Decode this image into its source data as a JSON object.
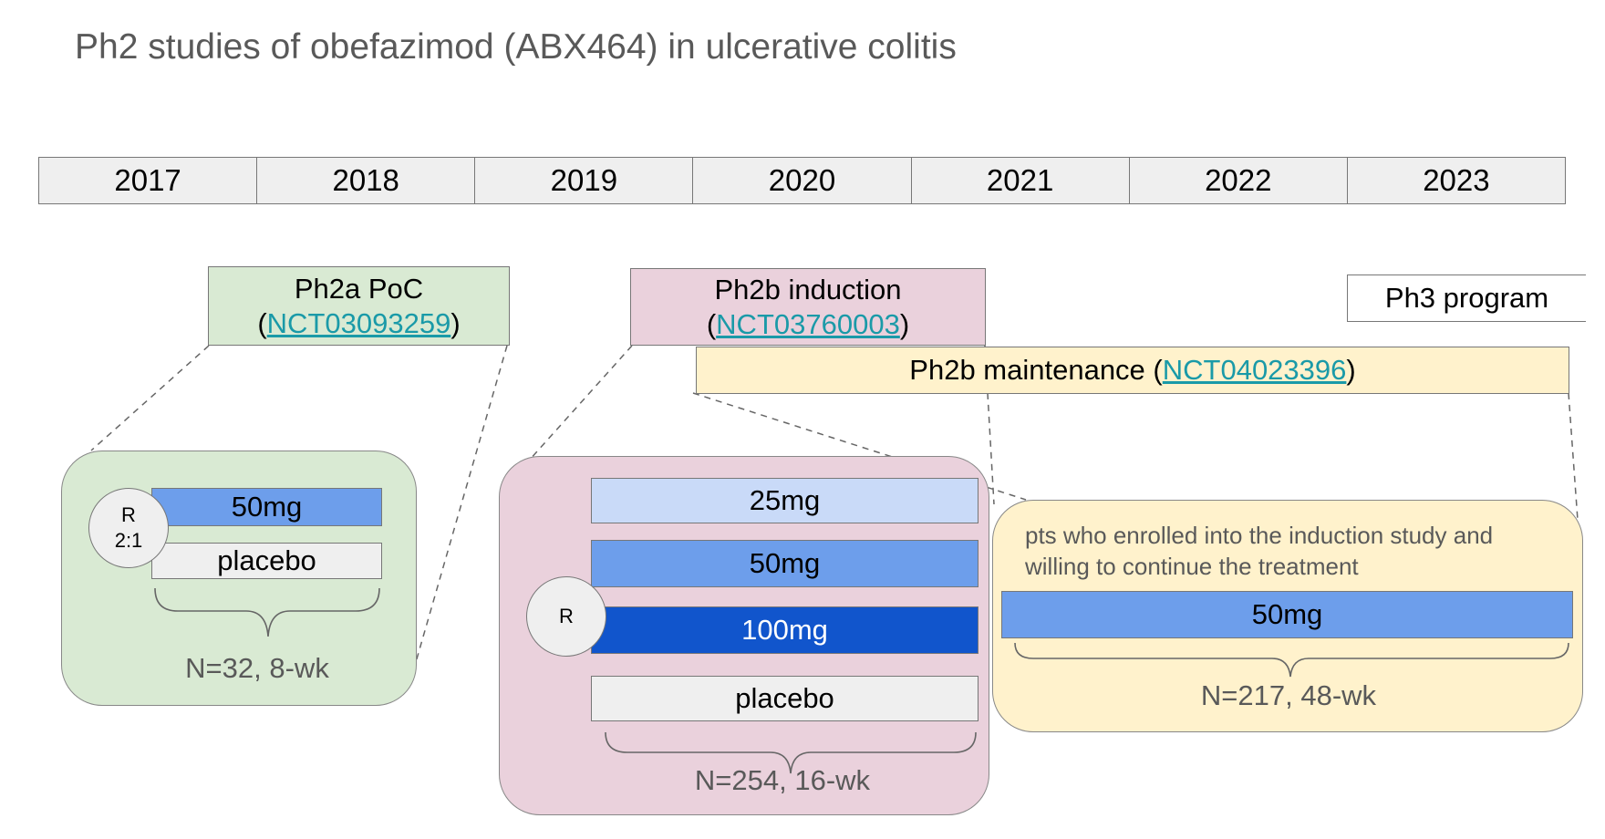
{
  "title": "Ph2 studies of obefazimod (ABX464) in ulcerative colitis",
  "timeline": {
    "years": [
      "2017",
      "2018",
      "2019",
      "2020",
      "2021",
      "2022",
      "2023"
    ]
  },
  "studies": {
    "ph2a": {
      "name": "Ph2a PoC",
      "open": "(",
      "nct": "NCT03093259",
      "close": ")"
    },
    "ph2b_induction": {
      "name": "Ph2b induction",
      "open": "(",
      "nct": "NCT03760003",
      "close": ")"
    },
    "ph2b_maintenance": {
      "name": "Ph2b maintenance (",
      "nct": "NCT04023396",
      "close": ")"
    },
    "ph3": {
      "name": "Ph3 program"
    }
  },
  "panels": {
    "ph2a": {
      "rand_line1": "R",
      "rand_line2": "2:1",
      "arms": [
        "50mg",
        "placebo"
      ],
      "n": "N=32, 8-wk"
    },
    "induction": {
      "rand": "R",
      "arms": [
        "25mg",
        "50mg",
        "100mg",
        "placebo"
      ],
      "n": "N=254, 16-wk"
    },
    "maintenance": {
      "note": "pts who enrolled into the induction study and willing to continue the treatment",
      "arms": [
        "50mg"
      ],
      "n": "N=217, 48-wk"
    }
  },
  "colors": {
    "green_panel": "#d9ead3",
    "pink_panel": "#ead1dc",
    "yellow_panel": "#fff2cc",
    "light_blue": "#c9daf8",
    "mid_blue": "#6d9eeb",
    "dark_blue": "#1155cc",
    "grey": "#efefef",
    "link": "#1a9aa8"
  }
}
